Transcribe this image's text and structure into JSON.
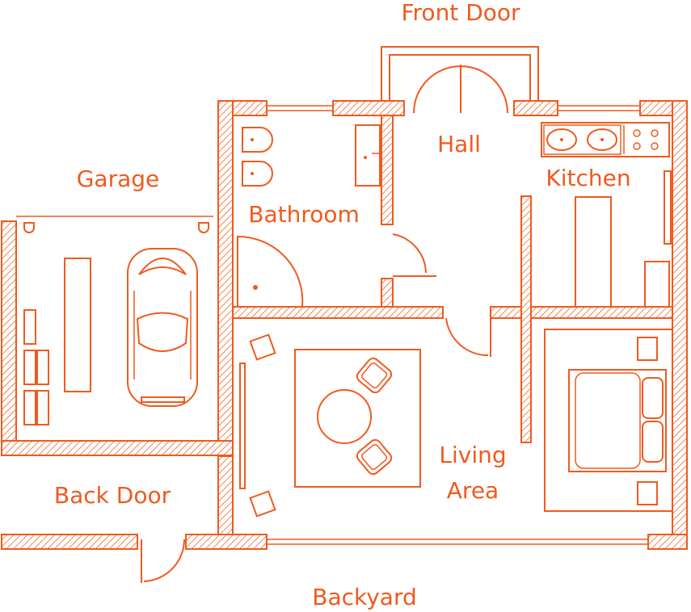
{
  "colors": {
    "accent": "#F05A1E",
    "background": "#FFFFFF"
  },
  "labels": {
    "front_door": "Front Door",
    "hall": "Hall",
    "kitchen": "Kitchen",
    "garage": "Garage",
    "bathroom": "Bathroom",
    "living_line1": "Living",
    "living_line2": "Area",
    "back_door": "Back Door",
    "backyard": "Backyard"
  }
}
